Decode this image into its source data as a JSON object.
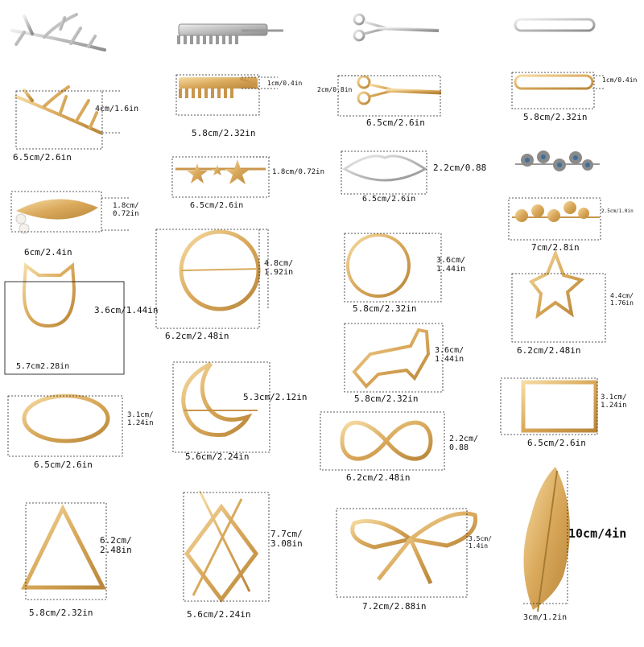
{
  "colors": {
    "gold": "#d6a857",
    "gold_light": "#f0cf8f",
    "silver": "#b4b4b4",
    "blue": "#3d6f9e"
  },
  "labels": {
    "branch_gold": "6.5cm/2.6in",
    "branch_gold_h": "4cm/1.6in",
    "comb_gold": "5.8cm/2.32in",
    "comb_gold_h": "1cm/0.4in",
    "scissors_gold": "6.5cm/2.6in",
    "scissors_gold_h": "2cm/0.8in",
    "pin_gold": "5.8cm/2.32in",
    "pin_gold_h": "1cm/0.4in",
    "stars": "6.5cm/2.6in",
    "stars_h": "1.8cm/0.72in",
    "lips": "6.5cm/2.6in",
    "lips_h": "2.2cm/0.88",
    "flowers": "7cm/2.8in",
    "flowers_h": "2.5cm/1.0in",
    "leaf_pearl": "6cm/2.4in",
    "leaf_pearl_h": "1.8cm/\n0.72in",
    "circle": "6.2cm/2.48in",
    "circle_h": "4.8cm/\n1.92in",
    "circle_stars": "5.8cm/2.32in",
    "circle_stars_h": "3.6cm/\n1.44in",
    "cat": "5.7cm2.28in",
    "cat_h": "3.6cm/1.44in",
    "starfish": "6.2cm/2.48in",
    "starfish_h": "4.4cm/\n1.76in",
    "walking_cat": "5.8cm/2.32in",
    "walking_cat_h": "3.6cm/\n1.44in",
    "moon": "5.6cm/2.24in",
    "moon_h": "5.3cm/2.12in",
    "oval": "6.5cm/2.6in",
    "oval_h": "3.1cm/\n1.24in",
    "infinity": "6.2cm/2.48in",
    "infinity_h": "2.2cm/\n0.88",
    "rect": "6.5cm/2.6in",
    "rect_h": "3.1cm/\n1.24in",
    "triangle": "5.8cm/2.32in",
    "triangle_h": "6.2cm/\n2.48in",
    "diamond": "5.6cm/2.24in",
    "diamond_h": "7.7cm/\n3.08in",
    "bow": "7.2cm/2.88in",
    "bow_h": "3.5cm/\n1.4in",
    "feather": "3cm/1.2in",
    "feather_h": "10cm/4in"
  }
}
